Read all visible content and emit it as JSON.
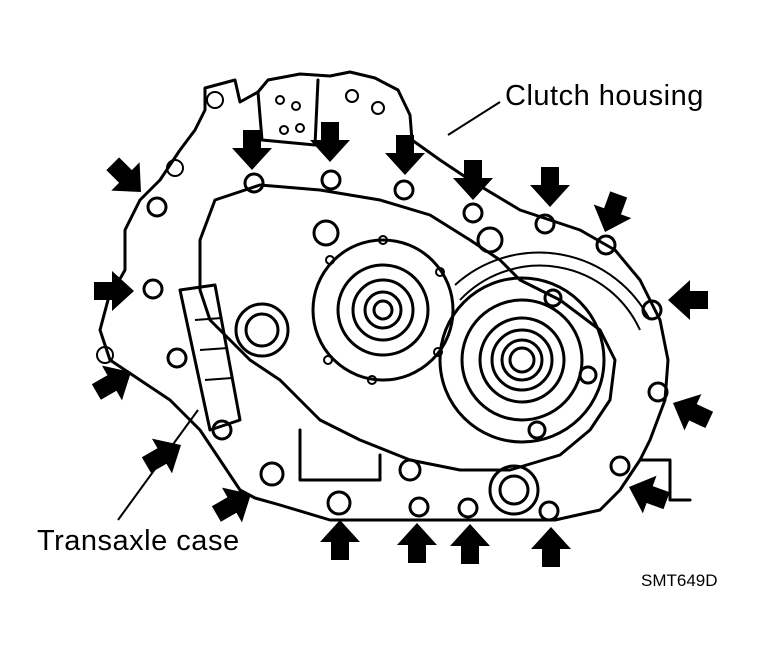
{
  "labels": {
    "clutch_housing": "Clutch housing",
    "transaxle_case": "Transaxle case",
    "figure_code": "SMT649D"
  },
  "colors": {
    "ink": "#000000",
    "paper": "#ffffff"
  },
  "icons": {
    "bolt_marker": "arrow-icon",
    "bolt": "bolt-icon"
  }
}
